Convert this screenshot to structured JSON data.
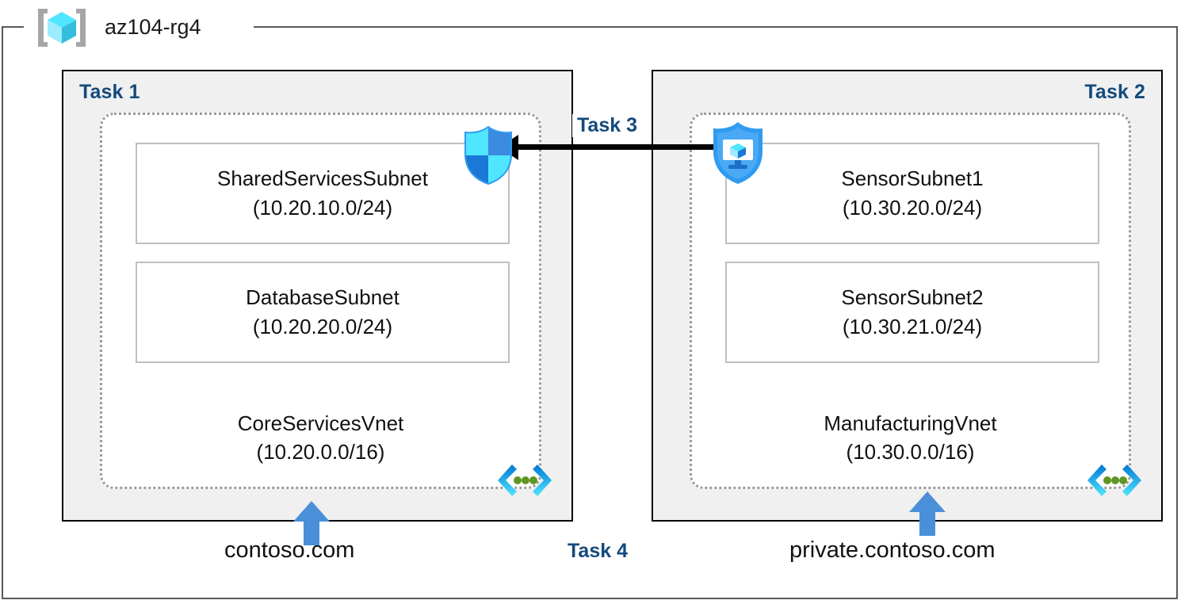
{
  "resource_group": {
    "name": "az104-rg4",
    "icon": "azure-resource-group-cube-icon"
  },
  "panels": [
    {
      "task_label": "Task 1",
      "vnet": {
        "name": "CoreServicesVnet",
        "cidr": "(10.20.0.0/16)",
        "icon": "vnet-code-brackets-icon"
      },
      "subnets": [
        {
          "name": "SharedServicesSubnet",
          "cidr": "(10.20.10.0/24)"
        },
        {
          "name": "DatabaseSubnet",
          "cidr": "(10.20.20.0/24)"
        }
      ],
      "dns_zone": "contoso.com"
    },
    {
      "task_label": "Task 2",
      "vnet": {
        "name": "ManufacturingVnet",
        "cidr": "(10.30.0.0/16)",
        "icon": "vnet-code-brackets-icon"
      },
      "subnets": [
        {
          "name": "SensorSubnet1",
          "cidr": "(10.30.20.0/24)"
        },
        {
          "name": "SensorSubnet2",
          "cidr": "(10.30.21.0/24)"
        }
      ],
      "dns_zone": "private.contoso.com"
    }
  ],
  "connection": {
    "task_label": "Task 3",
    "source_icon": "vm-shield-icon",
    "target_icon": "security-shield-icon",
    "direction": "right-to-left"
  },
  "dns_task": {
    "task_label": "Task 4"
  },
  "colors": {
    "task_label": "#134a7c",
    "panel_background": "#f0f0f0",
    "panel_border": "#000000",
    "vnet_border": "#9b9b9b",
    "subnet_border": "#bfbfbf",
    "frame_border": "#595959",
    "arrow_blue": "#4a90d9",
    "arrow_black": "#000000",
    "cube_cyan": "#50e6ff",
    "shield_blue": "#1b93eb",
    "vnet_icon_green": "#5e9624"
  }
}
